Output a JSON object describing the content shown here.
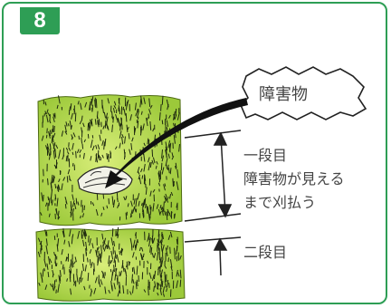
{
  "figure_number": "8",
  "obstacle_label": "障害物",
  "stage1": {
    "line1": "一段目",
    "line2": "障害物が見える",
    "line3": "まで刈払う"
  },
  "stage2_label": "二段目",
  "colors": {
    "frame": "#2e9e55",
    "grass_light": "#c6e25a",
    "grass_mid": "#8fbf2f",
    "ink": "#222222"
  }
}
